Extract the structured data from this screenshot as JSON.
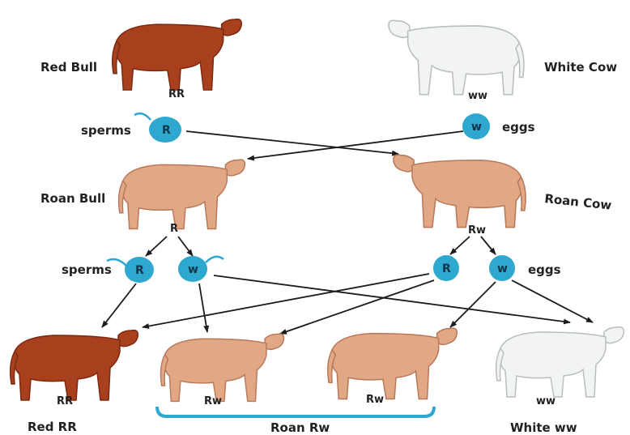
{
  "colors": {
    "red": "#a8401e",
    "red_shade": "#7c2a10",
    "roan": "#e0a884",
    "roan_shade": "#b9785a",
    "white": "#f2f4f3",
    "white_shade": "#c9cfcc",
    "cell": "#2ea8cf",
    "bracket": "#2ea8cf"
  },
  "parents": {
    "red_bull": {
      "label": "Red Bull",
      "genotype": "RR"
    },
    "white_cow": {
      "label": "White Cow",
      "genotype": "ww"
    },
    "sperm_label": "sperms",
    "egg_label": "eggs",
    "sperm_allele": "R",
    "egg_allele": "w"
  },
  "f1": {
    "roan_bull": {
      "label": "Roan Bull",
      "genotype": "R"
    },
    "roan_cow": {
      "label": "Roan Cow",
      "genotype": "Rw"
    },
    "sperm_label": "sperms",
    "egg_label": "eggs",
    "sperms": [
      "R",
      "w"
    ],
    "eggs": [
      "R",
      "w"
    ]
  },
  "f2": {
    "offspring": [
      {
        "genotype": "RR",
        "color": "red"
      },
      {
        "genotype": "Rw",
        "color": "roan"
      },
      {
        "genotype": "Rw",
        "color": "roan"
      },
      {
        "genotype": "ww",
        "color": "white"
      }
    ],
    "labels": {
      "red": "Red RR",
      "roan": "Roan Rw",
      "white": "White ww"
    }
  }
}
